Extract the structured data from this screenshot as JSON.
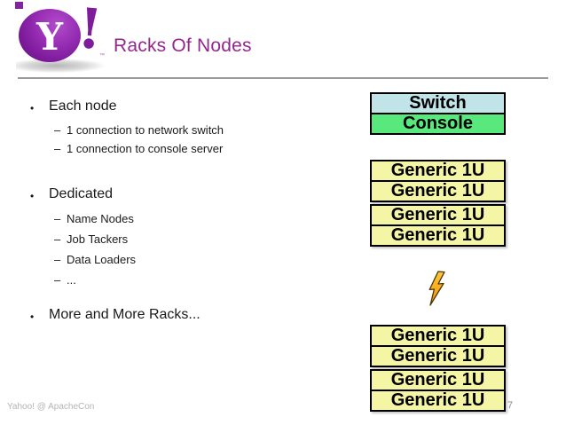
{
  "slide": {
    "title": "Racks Of Nodes",
    "footer": "Yahoo! @ ApacheCon",
    "page_number": "7",
    "logo": {
      "letter": "Y",
      "exclamation": "!",
      "trademark": "™"
    }
  },
  "markers": {
    "level1": "•",
    "level2": "–"
  },
  "bullets": [
    {
      "label": "Each node",
      "subs": [
        "1 connection to network switch",
        "1 connection to console server"
      ]
    },
    {
      "label": "Dedicated",
      "subs": [
        "Name Nodes",
        "Job Tackers",
        "Data Loaders",
        "..."
      ]
    },
    {
      "label": "More and More Racks...",
      "subs": []
    }
  ],
  "diagram": {
    "switch_label": "Switch",
    "console_label": "Console",
    "rack_unit_label": "Generic 1U",
    "top_rack_count": 4,
    "bottom_rack_count": 4,
    "lightning_icon": "lightning-bolt",
    "colors": {
      "switch_fill": "#C1E4E8",
      "console_fill": "#58E87C",
      "rack_fill": "#F5F5A6",
      "box_border": "#000000",
      "lightning_fill": "#FFA81E",
      "lightning_outline": "#4A3505"
    }
  },
  "theme": {
    "title_color": "#93278F",
    "logo_purple": "#7F1C9C",
    "divider_color": "#9A9A9A",
    "footer_color": "#B4B4B4",
    "text_color": "#1A1A1A",
    "background": "#FFFFFF"
  }
}
